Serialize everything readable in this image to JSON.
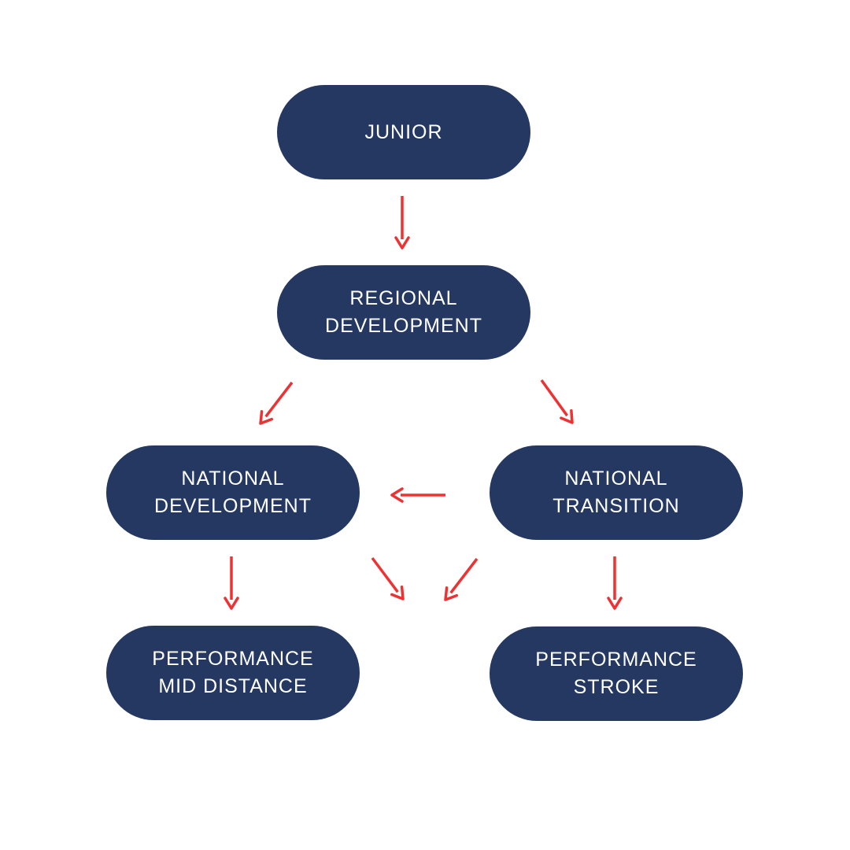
{
  "colors": {
    "node_fill": "#243862",
    "node_text": "#ffffff",
    "arrow": "#ee3233",
    "background": "#ffffff"
  },
  "nodes": {
    "junior": {
      "lines": [
        "JUNIOR"
      ]
    },
    "regional_development": {
      "lines": [
        "REGIONAL",
        "DEVELOPMENT"
      ]
    },
    "national_development": {
      "lines": [
        "NATIONAL",
        "DEVELOPMENT"
      ]
    },
    "national_transition": {
      "lines": [
        "NATIONAL",
        "TRANSITION"
      ]
    },
    "performance_mid_distance": {
      "lines": [
        "PERFORMANCE",
        "MID DISTANCE"
      ]
    },
    "performance_stroke": {
      "lines": [
        "PERFORMANCE",
        "STROKE"
      ]
    }
  },
  "edges": [
    {
      "from": "junior",
      "to": "regional_development"
    },
    {
      "from": "regional_development",
      "to": "national_development"
    },
    {
      "from": "regional_development",
      "to": "national_transition"
    },
    {
      "from": "national_transition",
      "to": "national_development"
    },
    {
      "from": "national_development",
      "to": "performance_mid_distance"
    },
    {
      "from": "national_development",
      "to": ""
    },
    {
      "from": "national_transition",
      "to": ""
    },
    {
      "from": "national_transition",
      "to": "performance_stroke"
    }
  ]
}
